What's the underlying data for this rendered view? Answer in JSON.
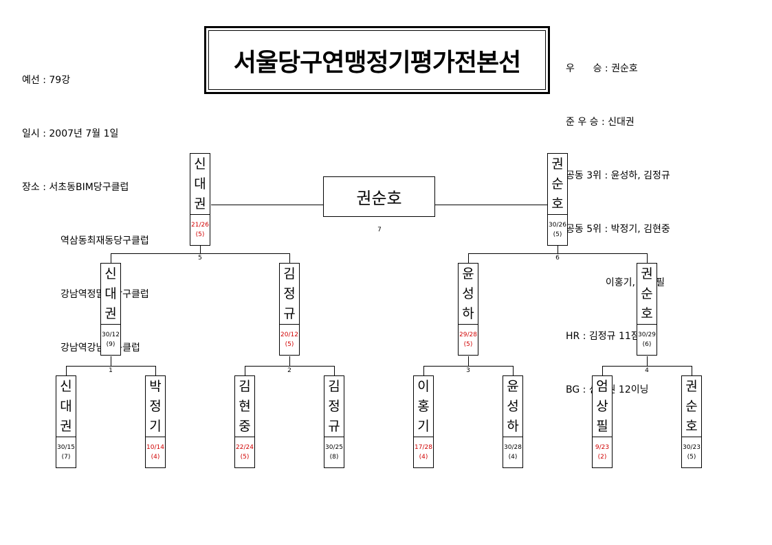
{
  "info": {
    "round": "예선 : 79강",
    "date": "일시 : 2007년 7월 1일",
    "venue_1": "장소 : 서초동BIM당구클럽",
    "venue_2": "역삼동최재동당구클럽",
    "venue_3": "강남역정말로당구클럽",
    "venue_4": "강남역강남당구클럽"
  },
  "title": "서울당구연맹정기평가전본선",
  "results": [
    "우      승 : 권순호",
    "준 우 승 : 신대권",
    "공동 3위 : 윤성하, 김정규",
    "공동 5위 : 박정기, 김현중",
    "             이홍기, 엄상필",
    "HR : 김정규 11점",
    "BG : 신대권 12이닝"
  ],
  "champion": "권순호",
  "match_numbers": [
    "1",
    "2",
    "3",
    "4",
    "5",
    "6",
    "7"
  ],
  "players": {
    "r1": [
      {
        "name": "신대권",
        "score": "30/15",
        "innings": "(7)",
        "result": "win"
      },
      {
        "name": "박정기",
        "score": "10/14",
        "innings": "(4)",
        "result": "lose"
      },
      {
        "name": "김현중",
        "score": "22/24",
        "innings": "(5)",
        "result": "lose"
      },
      {
        "name": "김정규",
        "score": "30/25",
        "innings": "(8)",
        "result": "win"
      },
      {
        "name": "이홍기",
        "score": "17/28",
        "innings": "(4)",
        "result": "lose"
      },
      {
        "name": "윤성하",
        "score": "30/28",
        "innings": "(4)",
        "result": "win"
      },
      {
        "name": "엄상필",
        "score": "9/23",
        "innings": "(2)",
        "result": "lose"
      },
      {
        "name": "권순호",
        "score": "30/23",
        "innings": "(5)",
        "result": "win"
      }
    ],
    "r2": [
      {
        "name": "신대권",
        "score": "30/12",
        "innings": "(9)",
        "result": "win"
      },
      {
        "name": "김정규",
        "score": "20/12",
        "innings": "(5)",
        "result": "lose"
      },
      {
        "name": "윤성하",
        "score": "29/28",
        "innings": "(5)",
        "result": "lose"
      },
      {
        "name": "권순호",
        "score": "30/29",
        "innings": "(6)",
        "result": "win"
      }
    ],
    "r3": [
      {
        "name": "신대권",
        "score": "21/26",
        "innings": "(5)",
        "result": "lose"
      },
      {
        "name": "권순호",
        "score": "30/26",
        "innings": "(5)",
        "result": "win"
      }
    ]
  },
  "colors": {
    "loser_score": "#d00000",
    "line": "#000000"
  }
}
